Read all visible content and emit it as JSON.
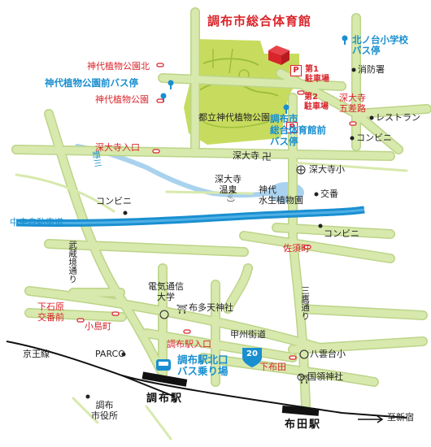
{
  "title": "調布市総合体育館",
  "parking": {
    "symbol": "P",
    "lot1": "第1\n駐車場",
    "lot2": "第2\n駐車場"
  },
  "bus_stops": {
    "kitanodai": "北ノ台小学校\nバス停",
    "jindai_park": "神代植物公園前バス停",
    "gym_front": "調布市\n総合体育館前\nバス停",
    "chofu_north": "調布駅北口\nバス乗り場"
  },
  "intersections": {
    "park_north": "神代植物公園北",
    "park": "神代植物公園",
    "jindaiji_gosaro": "深大寺\n五差路",
    "jindaiji_entrance": "深大寺入口",
    "sazumachi": "佐須町",
    "shimoishihara": "下石原\n交番前",
    "kojimacho": "小島町",
    "chofu_entrance": "調布駅入口",
    "fudaden": "下布田"
  },
  "places": {
    "fire_station": "消防署",
    "restaurant": "レストラン",
    "convenience_store": "コンビニ",
    "botanical_garden": "都立神代植物公園",
    "jindaiji_temple": "深大寺",
    "jindaiji_school": "深大寺小",
    "jindaiji_onsen": "深大寺\n温泉",
    "aquatic_garden": "神代\n水生植物園",
    "police_box": "交番",
    "uec": "電気通信\n大学",
    "futa_shrine": "布多天神社",
    "parco": "PARCO",
    "yakumo_school": "八雲台小",
    "kokuryo_shrine": "国領神社",
    "city_hall": "調布\n市役所"
  },
  "roads": {
    "chuo_expressway": "中央自動車道",
    "nogawa": "野川",
    "musashisakai_dori": "武蔵境通り",
    "mitaka_dori": "三鷹通り",
    "koshu_kaido": "甲州街道",
    "route20": "20",
    "keio_line": "京王線"
  },
  "stations": {
    "chofu": "調布駅",
    "fuda": "布田駅",
    "to_shinjuku": "至新宿"
  },
  "colors": {
    "road": "#d8e9ad",
    "road_edge": "#bcd488",
    "park": "#c7dc5e",
    "park_dark": "#9fbe3c",
    "expressway": "#1a8fd0",
    "river": "#a9d2ee",
    "red": "#d9252c",
    "blue": "#1a8fd0"
  }
}
